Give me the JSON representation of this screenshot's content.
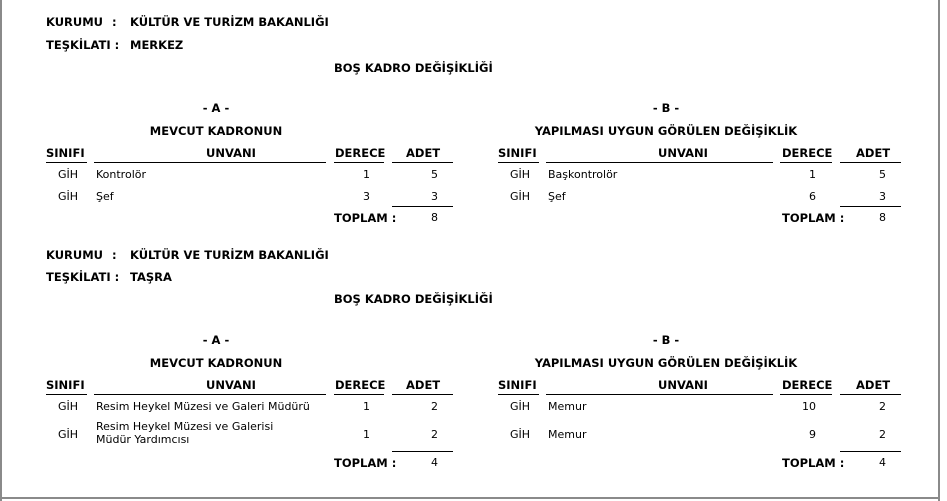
{
  "labels": {
    "kurumu": "KURUMU",
    "teskilati": "TEŞKİLATI :",
    "colon": ":",
    "sinifi": "SINIFI",
    "unvani": "UNVANI",
    "derece": "DERECE",
    "adet": "ADET",
    "toplam": "TOPLAM :"
  },
  "section1": {
    "kurum": "KÜLTÜR VE TURİZM BAKANLIĞI",
    "teskilat": "MERKEZ",
    "title": "BOŞ KADRO DEĞİŞİKLİĞİ",
    "left": {
      "marker": "- A -",
      "heading": "MEVCUT KADRONUN",
      "rows": [
        {
          "sinif": "GİH",
          "unvan": "Kontrolör",
          "derece": "1",
          "adet": "5"
        },
        {
          "sinif": "GİH",
          "unvan": "Şef",
          "derece": "3",
          "adet": "3"
        }
      ],
      "total": "8"
    },
    "right": {
      "marker": "- B -",
      "heading": "YAPILMASI UYGUN GÖRÜLEN DEĞİŞİKLİK",
      "rows": [
        {
          "sinif": "GİH",
          "unvan": "Başkontrolör",
          "derece": "1",
          "adet": "5"
        },
        {
          "sinif": "GİH",
          "unvan": "Şef",
          "derece": "6",
          "adet": "3"
        }
      ],
      "total": "8"
    }
  },
  "section2": {
    "kurum": "KÜLTÜR VE TURİZM BAKANLIĞI",
    "teskilat": "TAŞRA",
    "title": "BOŞ KADRO DEĞİŞİKLİĞİ",
    "left": {
      "marker": "- A -",
      "heading": "MEVCUT KADRONUN",
      "rows": [
        {
          "sinif": "GİH",
          "unvan": "Resim Heykel Müzesi ve Galeri Müdürü",
          "derece": "1",
          "adet": "2"
        },
        {
          "sinif": "GİH",
          "unvan": "Resim Heykel Müzesi ve Galerisi Müdür Yardımcısı",
          "derece": "1",
          "adet": "2"
        }
      ],
      "total": "4"
    },
    "right": {
      "marker": "- B -",
      "heading": "YAPILMASI UYGUN GÖRÜLEN DEĞİŞİKLİK",
      "rows": [
        {
          "sinif": "GİH",
          "unvan": "Memur",
          "derece": "10",
          "adet": "2"
        },
        {
          "sinif": "GİH",
          "unvan": "Memur",
          "derece": "9",
          "adet": "2"
        }
      ],
      "total": "4"
    }
  }
}
